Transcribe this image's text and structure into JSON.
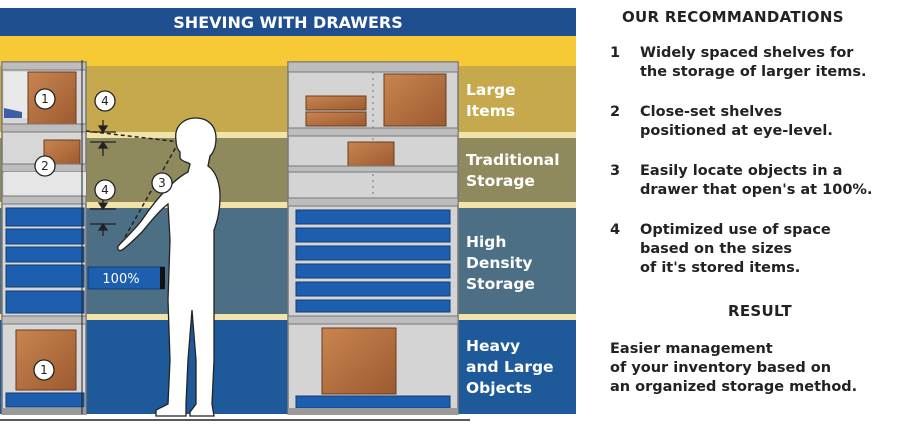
{
  "banner": {
    "title": "SHEVING WITH DRAWERS"
  },
  "bands": [
    {
      "id": "large",
      "lines": [
        "Large",
        "Items"
      ]
    },
    {
      "id": "traditional",
      "lines": [
        "Traditional",
        "Storage"
      ]
    },
    {
      "id": "high-density",
      "lines": [
        "High",
        "Density",
        "Storage"
      ]
    },
    {
      "id": "heavy",
      "lines": [
        "Heavy",
        "and Large",
        "Objects"
      ]
    }
  ],
  "markers": {
    "m1_top": "1",
    "m2": "2",
    "m3": "3",
    "m4_top": "4",
    "m4_mid": "4",
    "m1_bottom": "1"
  },
  "drawer_open_label": "100%",
  "colors": {
    "banner": "#1f4f8f",
    "yellow": "#f7c935",
    "band_large": "#c7a94d",
    "band_traditional": "#8f8a5e",
    "band_high_density": "#4d6f86",
    "band_heavy": "#1e5a9a",
    "drawer_blue": "#1d5fae",
    "box": "#b9703f",
    "shelf_grey": "#c8c8c8"
  },
  "recommendations": {
    "title": "OUR RECOMMANDATIONS",
    "items": [
      {
        "num": "1",
        "lines": [
          "Widely spaced shelves for",
          "the storage of larger items."
        ]
      },
      {
        "num": "2",
        "lines": [
          "Close-set shelves",
          "positioned at eye-level."
        ]
      },
      {
        "num": "3",
        "lines": [
          "Easily locate objects in a",
          "drawer that open's at 100%."
        ]
      },
      {
        "num": "4",
        "lines": [
          "Optimized use of space",
          "based on the sizes",
          "of it's stored items."
        ]
      }
    ]
  },
  "result": {
    "title": "RESULT",
    "lines": [
      "Easier management",
      "of your inventory based on",
      "an organized storage method."
    ]
  }
}
